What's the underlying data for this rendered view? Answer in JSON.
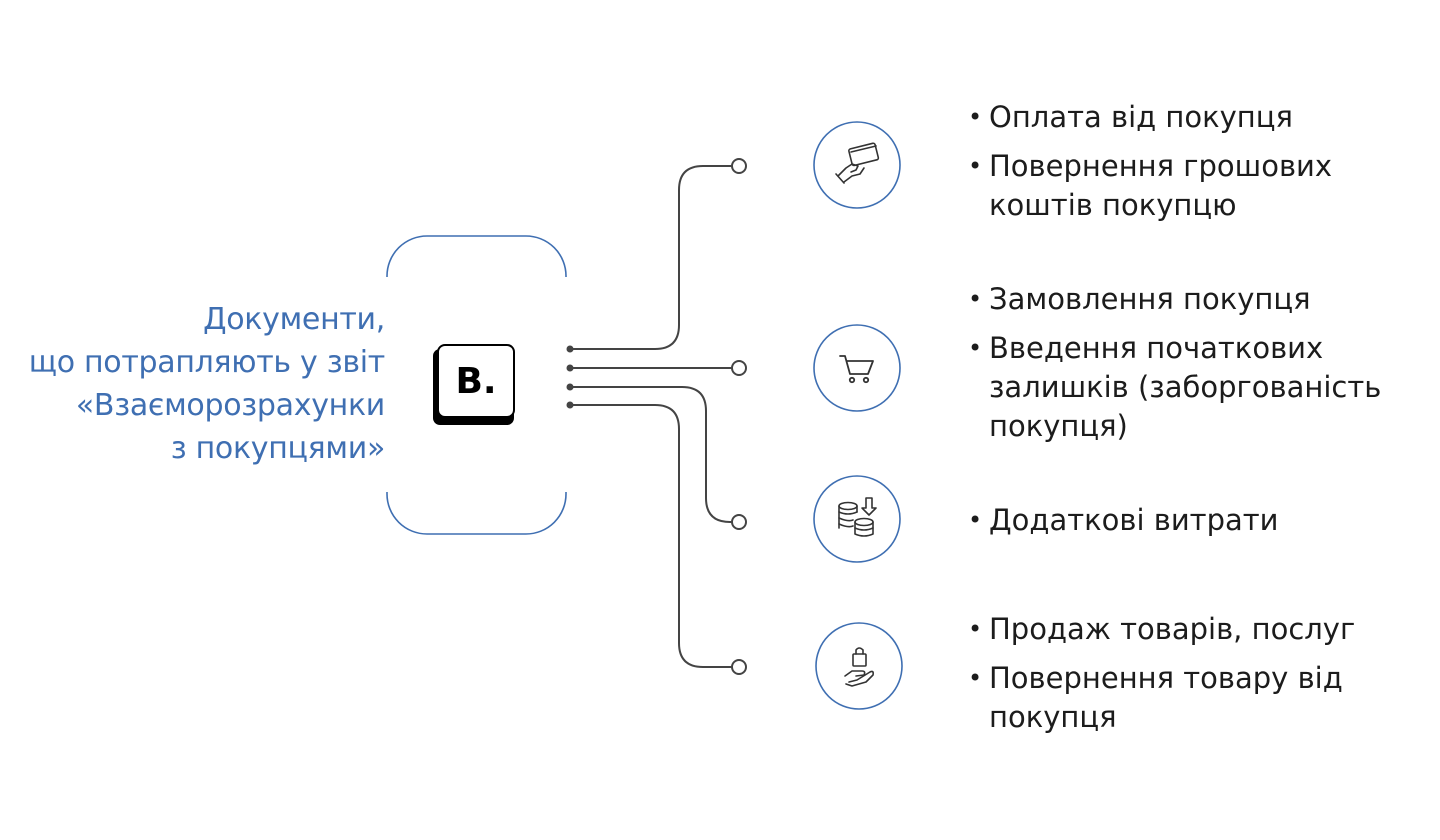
{
  "caption": {
    "lines": [
      "Документи,",
      "що потрапляють у звіт",
      "«Взаєморозрахунки",
      "з покупцями»"
    ]
  },
  "logo": {
    "text": "B."
  },
  "groups": [
    {
      "icon": "card-payment-icon",
      "items": [
        "Оплата від покупця",
        "Повернення грошових коштів покупцю"
      ]
    },
    {
      "icon": "shopping-cart-icon",
      "items": [
        "Замовлення покупця",
        "Введення початкових залишків (заборгованість покупця)"
      ]
    },
    {
      "icon": "coins-exchange-icon",
      "items": [
        "Додаткові витрати"
      ]
    },
    {
      "icon": "hand-bag-icon",
      "items": [
        "Продаж товарів, послуг",
        "Повернення товару від покупця"
      ]
    }
  ],
  "colors": {
    "accent": "#3f6fb2",
    "line": "#444444",
    "text": "#1c1c1c"
  },
  "bullet": "•"
}
